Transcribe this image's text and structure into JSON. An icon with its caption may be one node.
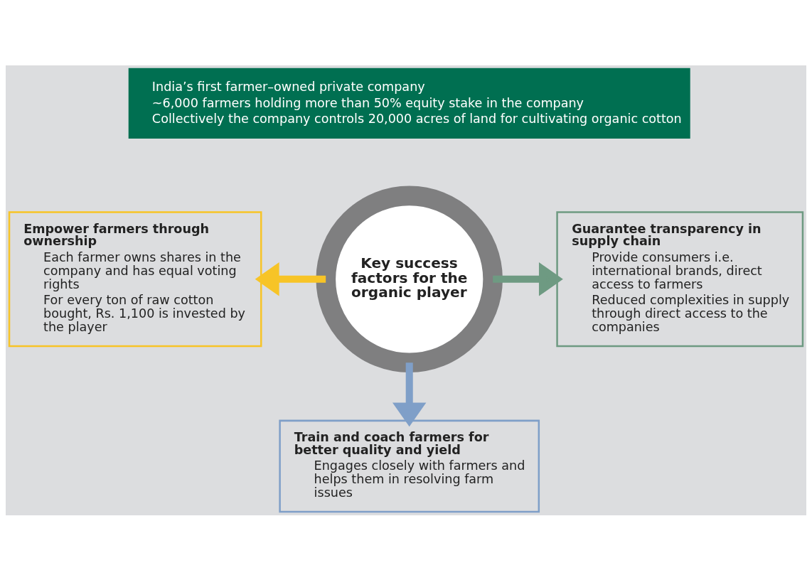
{
  "diagram": {
    "nodes": [
      {
        "text": [
          "India’s first farmer–owned private company",
          "~6,000 farmers holding more than 50% equity stake in the company",
          "Collectively the company controls 20,000 acres of land for cultivating organic cotton"
        ]
      },
      {
        "text": [
          "Key success factors for the organic player"
        ]
      },
      {
        "text": [
          "Empower farmers through ownership",
          "Each farmer owns shares in the company and has equal voting rights",
          "For every ton of raw cotton bought, Rs. 1,100 is invested by the player"
        ]
      },
      {
        "text": [
          "Guarantee transparency in supply chain",
          "Provide consumers i.e. international brands, direct access to farmers",
          "Reduced complexities in supply through direct access to the companies"
        ]
      },
      {
        "text": [
          "Train and coach farmers for better quality and yield",
          "Engages closely with farmers and helps them in resolving farm issues"
        ]
      }
    ],
    "edges": [
      {
        "from": 1,
        "to": 2,
        "arrow": "to",
        "color": "#f7c427"
      },
      {
        "from": 1,
        "to": 3,
        "arrow": "to",
        "color": "#6e9a82"
      },
      {
        "from": 1,
        "to": 4,
        "arrow": "to",
        "color": "#7f9fc8"
      }
    ]
  }
}
